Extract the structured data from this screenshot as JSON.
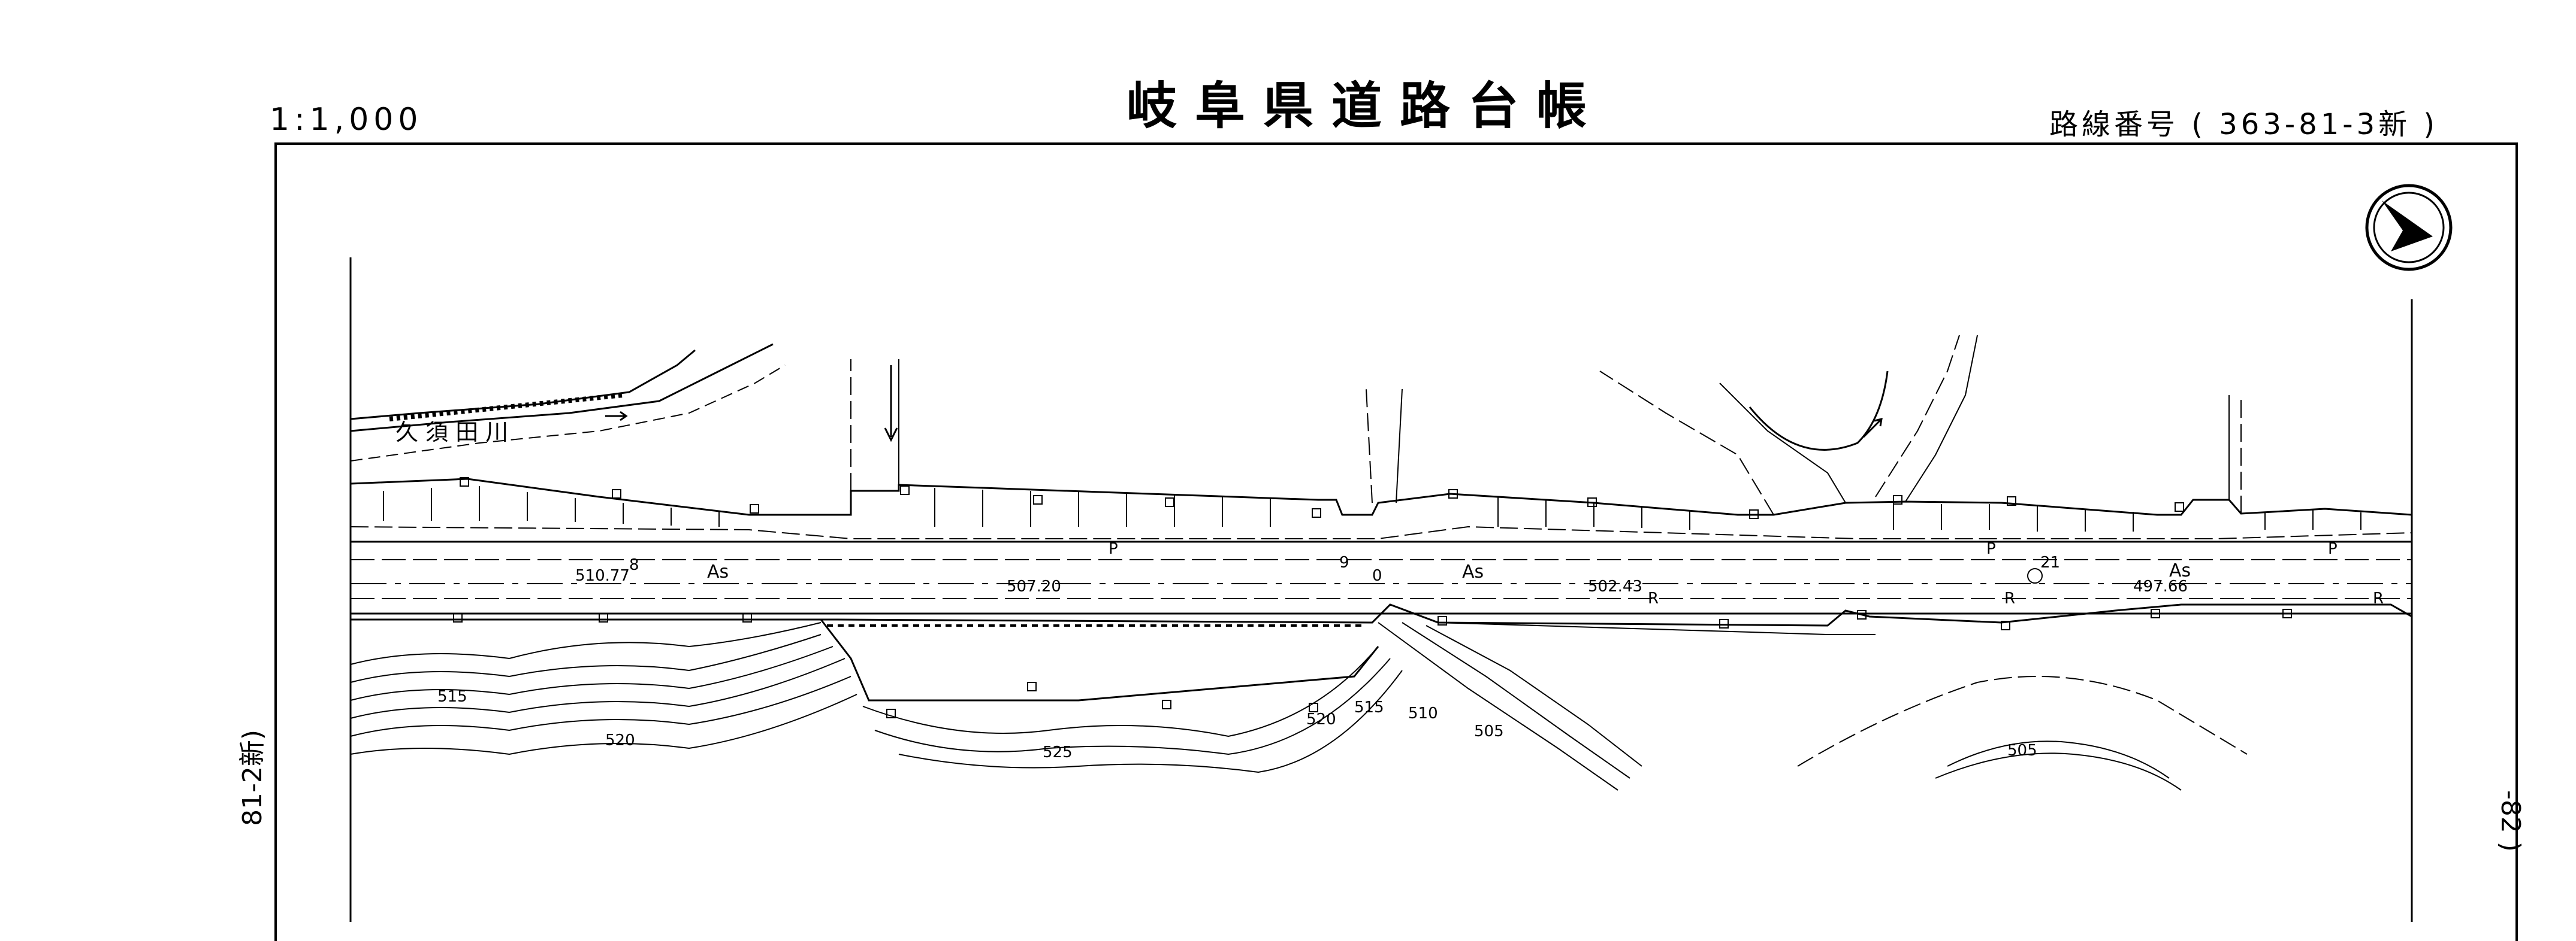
{
  "header": {
    "title": "岐阜県道路台帳",
    "scale": "1:1,000",
    "route_label": "路線番号",
    "route_number": "( 363-81-3新 )"
  },
  "margins": {
    "left_ref": "81-2新)",
    "right_ref": "-82 )"
  },
  "river": {
    "name": "久 須 田 川"
  },
  "surface_labels": [
    "As",
    "As",
    "As"
  ],
  "elevations": [
    "510.77",
    "507.20",
    "502.43",
    "497.66"
  ],
  "contours": [
    "515",
    "520",
    "525",
    "520",
    "515",
    "510",
    "505",
    "505"
  ],
  "marks": {
    "station_8": "8",
    "station_9": "9",
    "station_21": "21",
    "bench_0": "0",
    "p": "P",
    "r": "R"
  },
  "north_arrow": {
    "icon": "north-arrow-icon"
  }
}
